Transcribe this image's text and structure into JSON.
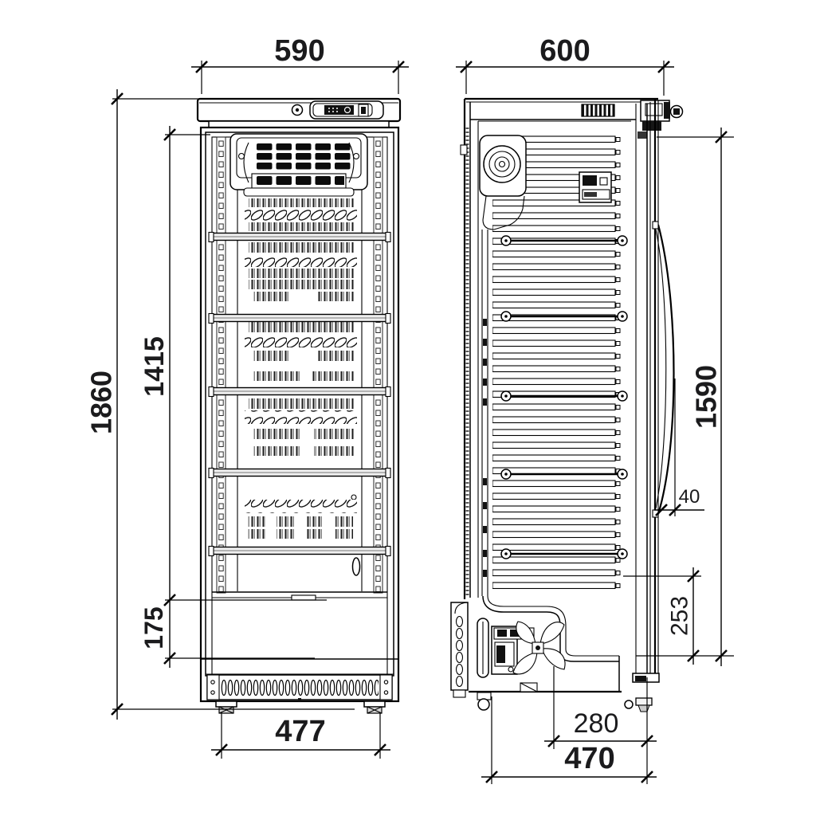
{
  "drawing": {
    "front_view": {
      "top_width": "590",
      "overall_height": "1860",
      "interior_height": "1415",
      "base_height": "175",
      "feet_spacing_width": "477"
    },
    "side_view": {
      "top_depth": "600",
      "door_height": "1590",
      "handle_offset": "40",
      "base_recess_height": "253",
      "feet_spacing_depth": "280",
      "overall_feet_depth": "470"
    },
    "colors": {
      "line": "#000000",
      "text": "#1b1b1d",
      "background": "#ffffff"
    }
  }
}
